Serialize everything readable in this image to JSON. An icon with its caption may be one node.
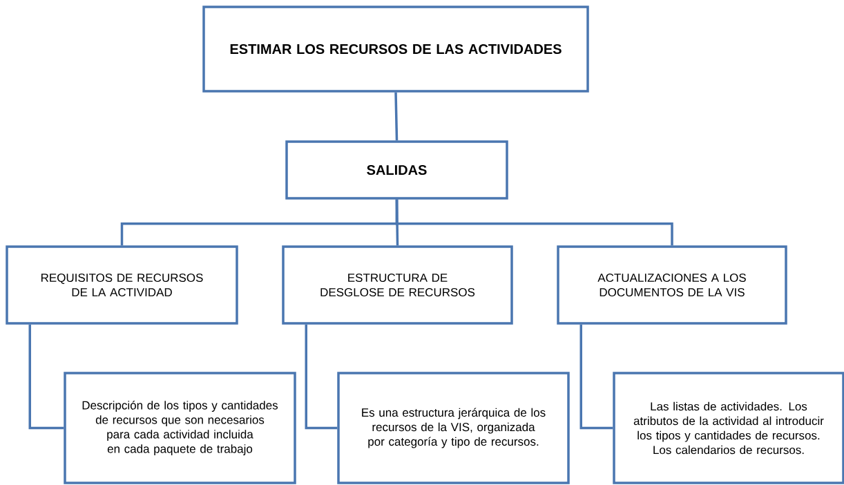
{
  "diagram": {
    "nodes": [
      {
        "text": [
          "ESTIMAR LOS RECURSOS DE LAS ACTIVIDADES"
        ]
      },
      {
        "text": [
          "SALIDAS"
        ]
      },
      {
        "text": [
          "REQUISITOS DE RECURSOS DE LA ACTIVIDAD"
        ]
      },
      {
        "text": [
          "ESTRUCTURA DE DESGLOSE DE RECURSOS"
        ]
      },
      {
        "text": [
          "ACTUALIZACIONES A LOS DOCUMENTOS DE LA VIS"
        ]
      },
      {
        "text": [
          "Descripción de los tipos y cantidades de recursos que son necesarios para cada actividad incluida en cada paquete de trabajo"
        ]
      },
      {
        "text": [
          "Es una estructura jerárquica de los recursos de la VIS, organizada por categoría y tipo de recursos."
        ]
      },
      {
        "text": [
          "Las listas de actividades. Los atributos de la actividad al introducir los tipos y cantidades de recursos. Los calendarios de recursos."
        ]
      }
    ],
    "edges": [
      {
        "from": 0,
        "to": 1,
        "arrow": "none"
      },
      {
        "from": 1,
        "to": 2,
        "arrow": "none"
      },
      {
        "from": 1,
        "to": 3,
        "arrow": "none"
      },
      {
        "from": 1,
        "to": 4,
        "arrow": "none"
      },
      {
        "from": 2,
        "to": 5,
        "arrow": "none"
      },
      {
        "from": 3,
        "to": 6,
        "arrow": "none"
      },
      {
        "from": 4,
        "to": 7,
        "arrow": "none"
      }
    ]
  }
}
